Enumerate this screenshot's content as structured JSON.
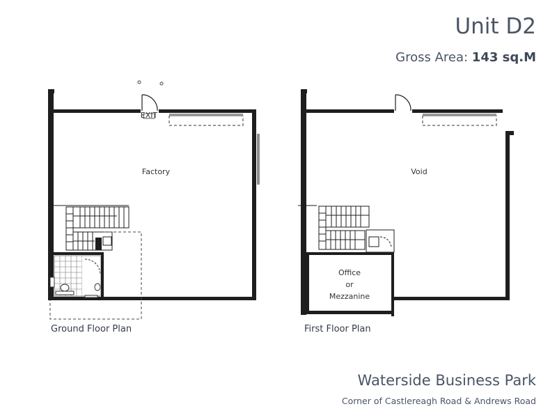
{
  "header": {
    "title": "Unit D2",
    "area_prefix": "Gross Area: ",
    "area_value": "143 sq.M"
  },
  "ground_floor": {
    "label": "Ground Floor Plan",
    "room_factory": "Factory",
    "exit_sign": "EXIT"
  },
  "first_floor": {
    "label": "First Floor Plan",
    "room_void": "Void",
    "office_line1": "Office",
    "office_line2": "or",
    "office_line3": "Mezzanine"
  },
  "footer": {
    "park_name": "Waterside Business Park",
    "address": "Corner of Castlereagh Road & Andrews Road"
  }
}
